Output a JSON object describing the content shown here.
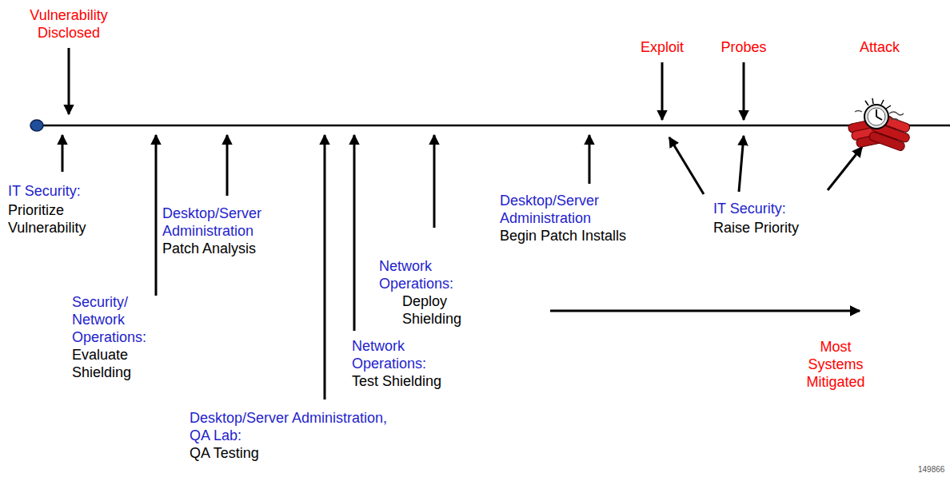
{
  "diagram": {
    "labels": [
      "Vulnerability Disclosed",
      "Exploit",
      "Probes",
      "Attack",
      "IT Security:",
      "Prioritize Vulnerability",
      "Desktop/Server Administration",
      "Patch Analysis",
      "Security/ Network Operations:",
      "Evaluate Shielding",
      "Desktop/Server Administration, QA Lab:",
      "QA Testing",
      "Network Operations:",
      "Test Shielding",
      "Network Operations:",
      "Deploy Shielding",
      "Desktop/Server Administration",
      "Begin Patch Installs",
      "IT Security:",
      "Raise Priority",
      "Most Systems Mitigated",
      "149866"
    ]
  }
}
